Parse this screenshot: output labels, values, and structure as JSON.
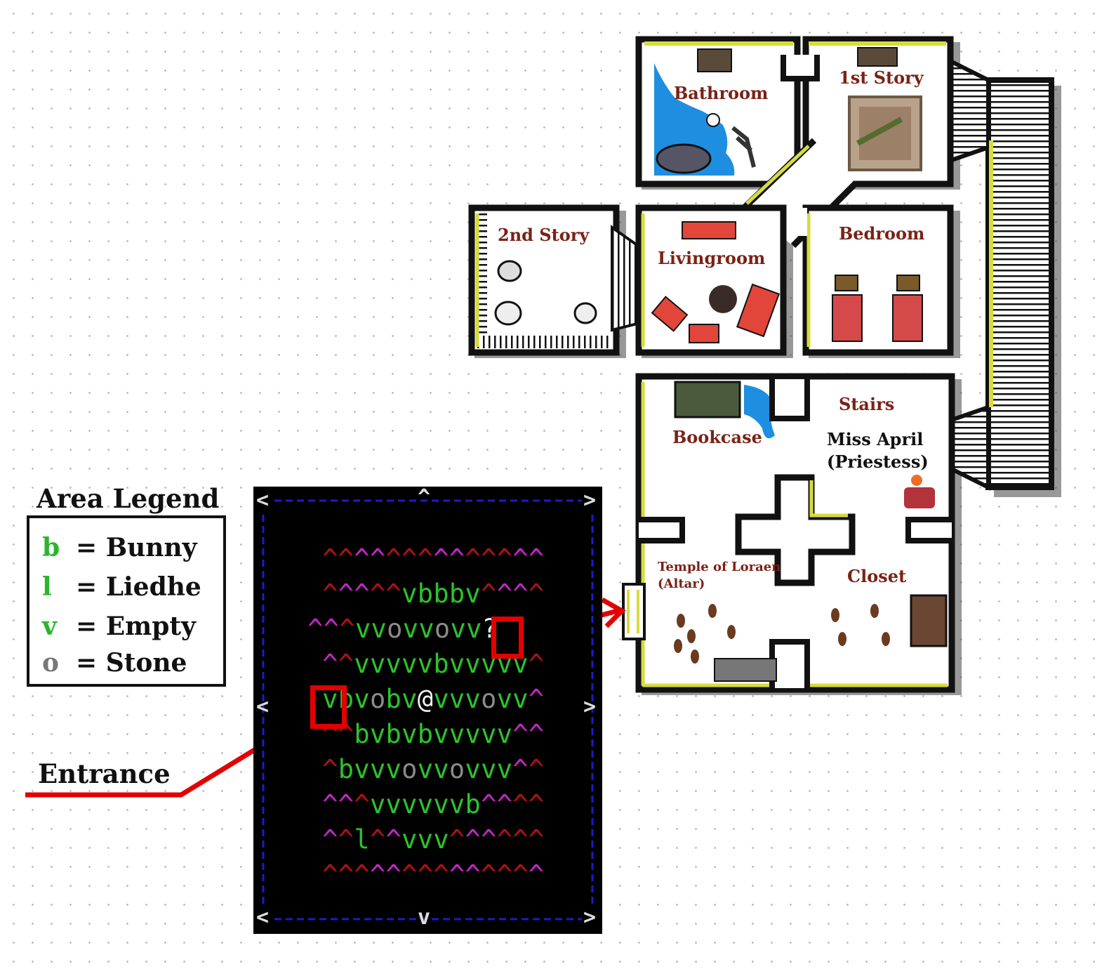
{
  "rooms": [
    {
      "id": "bathroom",
      "label": "Bathroom"
    },
    {
      "id": "first_story",
      "label": "1st Story"
    },
    {
      "id": "second_story",
      "label": "2nd Story"
    },
    {
      "id": "livingroom",
      "label": "Livingroom"
    },
    {
      "id": "bedroom",
      "label": "Bedroom"
    },
    {
      "id": "bookcase",
      "label": "Bookcase"
    },
    {
      "id": "stairs",
      "label": "Stairs"
    },
    {
      "id": "temple",
      "label": "Temple of Loraen"
    },
    {
      "id": "altar",
      "label": "(Altar)"
    },
    {
      "id": "closet",
      "label": "Closet"
    }
  ],
  "npc": {
    "name": "Miss April",
    "role": "(Priestess)"
  },
  "legend": {
    "title": "Area Legend",
    "items": [
      {
        "symbol": "b",
        "meaning": "= Bunny",
        "color": "#2bb52b"
      },
      {
        "symbol": "l",
        "meaning": "= Liedhe",
        "color": "#2bb52b"
      },
      {
        "symbol": "v",
        "meaning": "= Empty",
        "color": "#2bb52b"
      },
      {
        "symbol": "o",
        "meaning": "= Stone",
        "color": "#777777"
      }
    ]
  },
  "entrance_label": "Entrance",
  "terminal": {
    "arrows": {
      "top": "^",
      "bottom": "v",
      "left": "<",
      "right": ">"
    },
    "grid": [
      "^^^^^^^^^^^^^^",
      "^^^^^vbbbv^^^^",
      "^^^vvovvovv?",
      "^^vvvvvbvvvvv^",
      "vbvobv@vvvovv^",
      "^^bvbvbvvvvv^^",
      "^bvvvovvovvv^^",
      "^^^vvvvvvb^^^^",
      "^^l^^vvv^^^^^^",
      "^^^^^^^^^^^^^^"
    ]
  },
  "colors": {
    "wall": "#111111",
    "wall_trim": "#d6dc3a",
    "floor": "#ffffff",
    "label": "#7a2215",
    "highlight": "#e30000",
    "water": "#1e8fe0"
  }
}
